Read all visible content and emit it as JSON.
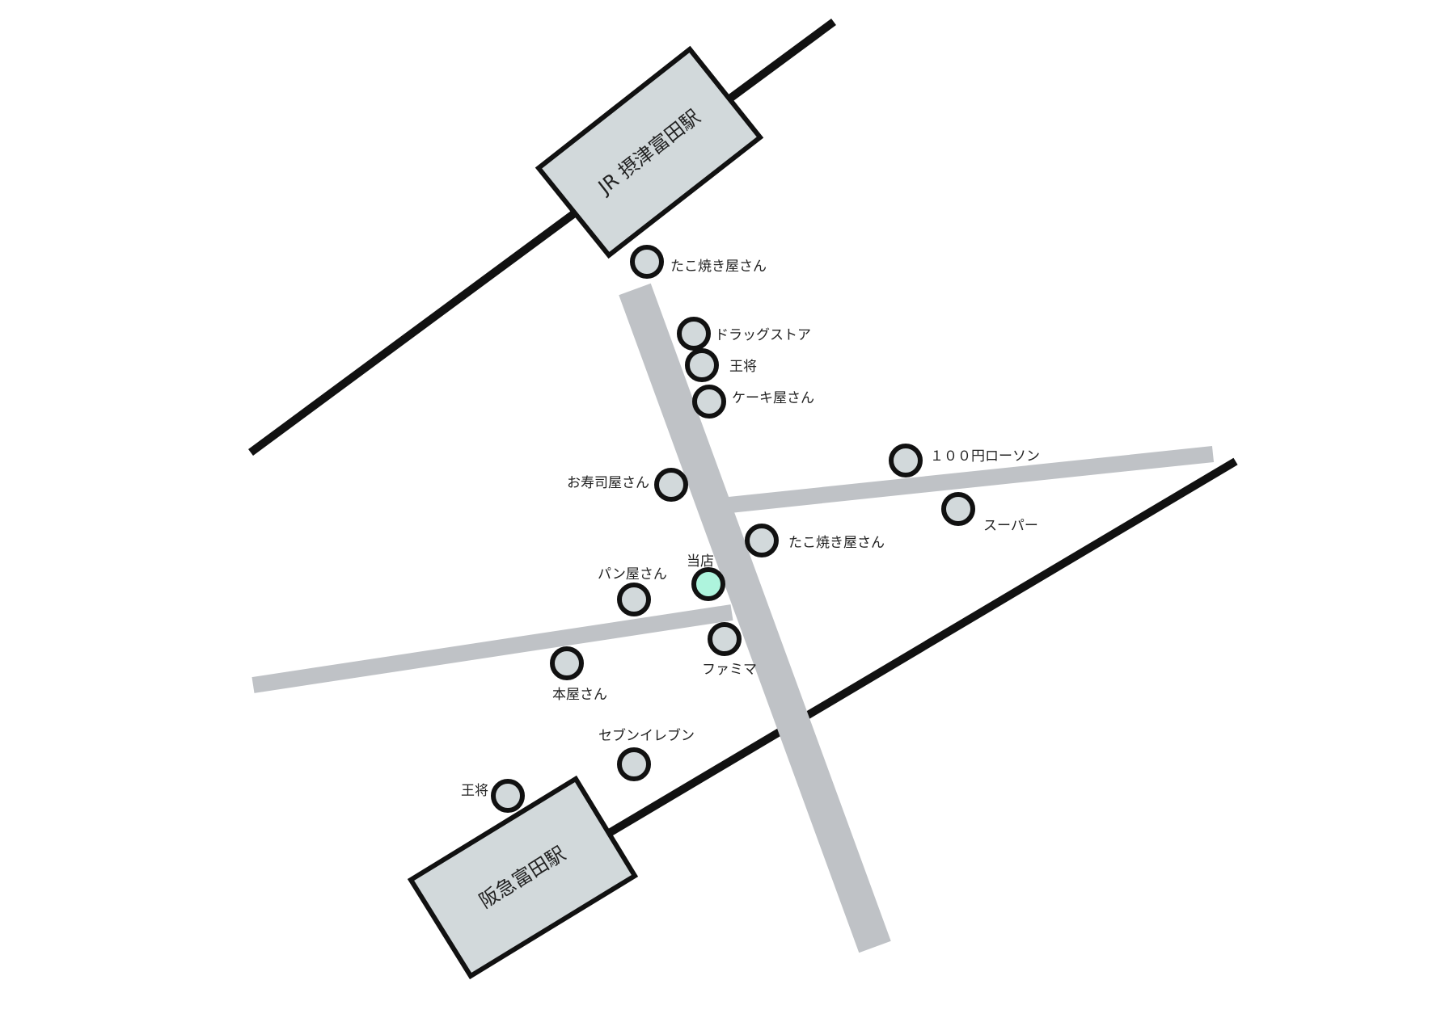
{
  "stations": {
    "jr": "JR 摂津富田駅",
    "hankyu": "阪急富田駅"
  },
  "places": {
    "takoyaki_1": "たこ焼き屋さん",
    "drugstore": "ドラッグストア",
    "ohsho_1": "王将",
    "cake": "ケーキ屋さん",
    "lawson100": "１００円ローソン",
    "sushi": "お寿司屋さん",
    "supermarket": "スーパー",
    "takoyaki_2": "たこ焼き屋さん",
    "our_store": "当店",
    "bakery": "パン屋さん",
    "familymart": "ファミマ",
    "bookstore": "本屋さん",
    "seven_eleven": "セブンイレブン",
    "ohsho_2": "王将"
  },
  "colors": {
    "rail": "#111111",
    "road": "#bfc2c6",
    "station_fill": "#d2d9db",
    "poi_fill": "#d2d9db",
    "our_store_fill": "#aef4dd"
  }
}
